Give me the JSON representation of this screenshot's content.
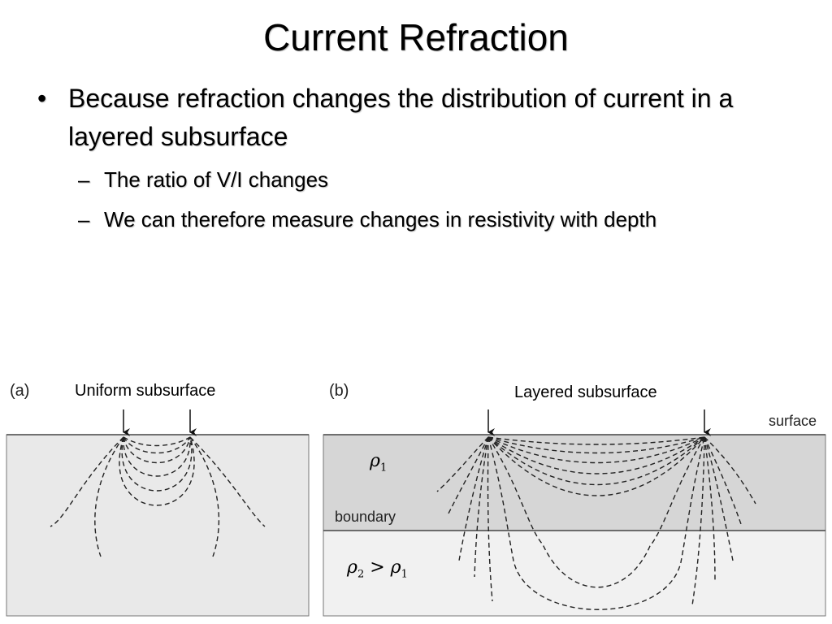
{
  "slide": {
    "title": "Current Refraction",
    "bullets": [
      {
        "marker": "•",
        "text": "Because refraction changes the distribution of current in a layered subsurface",
        "sub": [
          {
            "marker": "–",
            "text": "The ratio of V/I changes"
          },
          {
            "marker": "–",
            "text": "We can therefore measure changes in resistivity with depth"
          }
        ]
      }
    ]
  },
  "figure": {
    "panel_a": {
      "tag": "(a)",
      "caption": "Uniform subsurface",
      "fill": "#e9e9e9"
    },
    "panel_b": {
      "tag": "(b)",
      "caption": "Layered subsurface",
      "surface_label": "surface",
      "boundary_label": "boundary",
      "layer1_symbol": "ρ",
      "layer1_sub": "1",
      "layer2_symbol_a": "ρ",
      "layer2_sub_a": "2",
      "layer2_op": " > ",
      "layer2_symbol_b": "ρ",
      "layer2_sub_b": "1",
      "layer1_fill": "#d6d6d6",
      "layer2_fill": "#f1f1f1"
    }
  }
}
